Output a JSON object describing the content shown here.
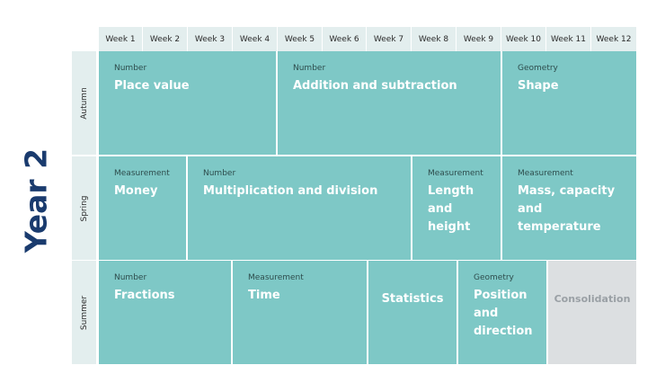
{
  "year": "Year 2",
  "weeks": [
    "Week 1",
    "Week 2",
    "Week 3",
    "Week 4",
    "Week 5",
    "Week 6",
    "Week 7",
    "Week 8",
    "Week 9",
    "Week 10",
    "Week 11",
    "Week 12"
  ],
  "terms": [
    {
      "name": "Autumn",
      "blocks": [
        {
          "category": "Number",
          "title": "Place value"
        },
        {
          "category": "Number",
          "title": "Addition and subtraction"
        },
        {
          "category": "Geometry",
          "title": "Shape"
        }
      ]
    },
    {
      "name": "Spring",
      "blocks": [
        {
          "category": "Measurement",
          "title": "Money"
        },
        {
          "category": "Number",
          "title": "Multiplication and division"
        },
        {
          "category": "Measurement",
          "title": "Length and height"
        },
        {
          "category": "Measurement",
          "title": "Mass, capacity and temperature"
        }
      ]
    },
    {
      "name": "Summer",
      "blocks": [
        {
          "category": "Number",
          "title": "Fractions"
        },
        {
          "category": "Measurement",
          "title": "Time"
        },
        {
          "category": "",
          "title": "Statistics"
        },
        {
          "category": "Geometry",
          "title": "Position and direction"
        },
        {
          "category": "",
          "title": "Consolidation"
        }
      ]
    }
  ],
  "colors": {
    "block": "#7ec8c6",
    "consolidation": "#dcdfe1",
    "header": "#e3eeee",
    "title": "#1a3b6e"
  }
}
